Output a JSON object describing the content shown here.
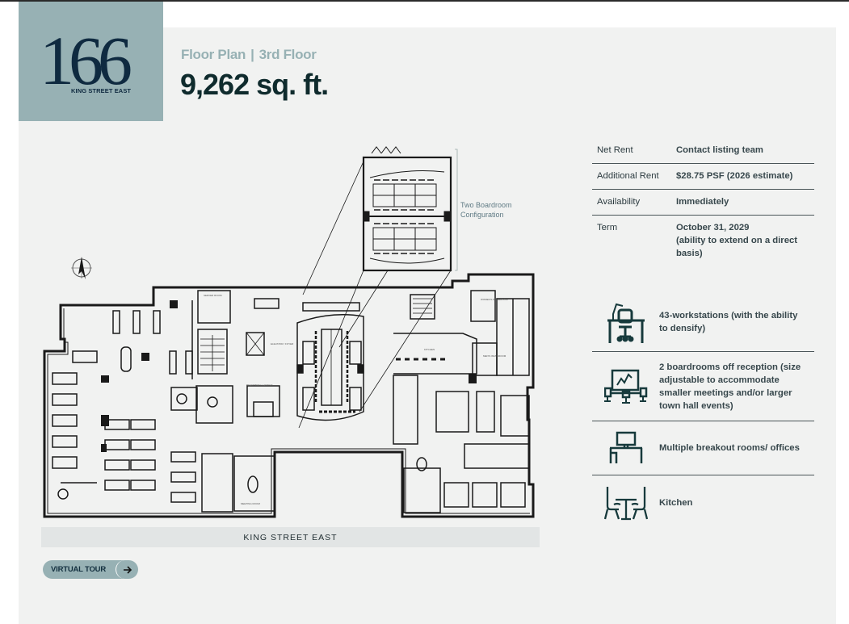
{
  "brand": {
    "number": "166",
    "street": "KING STREET EAST",
    "color_bg": "#97b1b4",
    "color_text": "#0f2a40"
  },
  "header": {
    "label": "Floor Plan",
    "separator": "|",
    "floor": "3rd Floor",
    "area": "9,262 sq. ft."
  },
  "specs": [
    {
      "label": "Net Rent",
      "value": "Contact listing team"
    },
    {
      "label": "Additional Rent",
      "value": "$28.75 PSF (2026 estimate)"
    },
    {
      "label": "Availability",
      "value": "Immediately"
    },
    {
      "label": "Term",
      "value_line1": "October 31, 2029",
      "value_line2": "(ability to extend on a direct basis)"
    }
  ],
  "features": [
    {
      "icon": "workstation-icon",
      "text": "43-workstations (with the ability to densify)"
    },
    {
      "icon": "boardroom-icon",
      "text": "2 boardrooms off reception (size adjustable to accommodate smaller meetings and/or larger town hall events)"
    },
    {
      "icon": "office-desk-icon",
      "text": "Multiple breakout rooms/ offices"
    },
    {
      "icon": "kitchen-table-icon",
      "text": "Kitchen"
    }
  ],
  "floorplan": {
    "inset_label_line1": "Two Boardroom",
    "inset_label_line2": "Configuration",
    "street_label": "KING STREET EAST",
    "compass": "north-arrow-icon"
  },
  "actions": {
    "virtual_tour": "VIRTUAL TOUR",
    "arrow": "→"
  }
}
